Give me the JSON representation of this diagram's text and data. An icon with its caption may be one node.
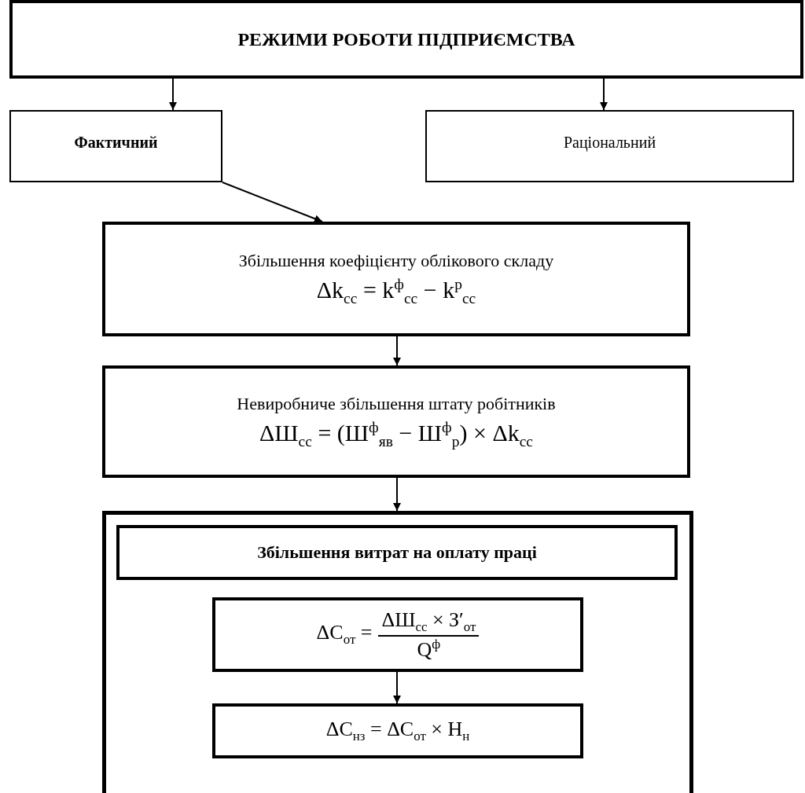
{
  "diagram": {
    "nodes": [
      {
        "text": [
          "РЕЖИМИ РОБОТИ ПІДПРИЄМСТВА"
        ]
      },
      {
        "text": [
          "Фактичний"
        ]
      },
      {
        "text": [
          "Раціональний"
        ]
      },
      {
        "text": [
          "Збільшення коефіцієнту облікового складу",
          "Δk$_{сс}$ = k$^{ф}$$_{сс}$ − k$^{р}$$_{сс}$"
        ]
      },
      {
        "text": [
          "Невиробниче збільшення штату робітників",
          "ΔШ$_{сс}$ = (Ш$^{ф}$$_{яв}$ − Ш$^{ф}$$_{р}$) × Δk$_{сс}$"
        ]
      },
      {
        "text": [],
        "shape": "box"
      },
      {
        "text": [
          "Збільшення витрат на оплату праці"
        ],
        "in": 5
      },
      {
        "text": [
          "ΔС$_{от}$ =",
          "ΔШ$_{сс}$ × З′$_{от}$",
          "Q$^{ф}$"
        ],
        "in": 5
      },
      {
        "text": [
          "ΔС$_{нз}$ = ΔС$_{от}$ × Н$_{н}$"
        ],
        "in": 5
      }
    ],
    "edges": [
      {
        "from": 0,
        "to": 1,
        "arrow": "to"
      },
      {
        "from": 0,
        "to": 2,
        "arrow": "to"
      },
      {
        "from": 1,
        "to": 3,
        "arrow": "to"
      },
      {
        "from": 3,
        "to": 4,
        "arrow": "to"
      },
      {
        "from": 4,
        "to": 5,
        "arrow": "to"
      },
      {
        "from": 7,
        "to": 8,
        "arrow": "to"
      }
    ]
  }
}
